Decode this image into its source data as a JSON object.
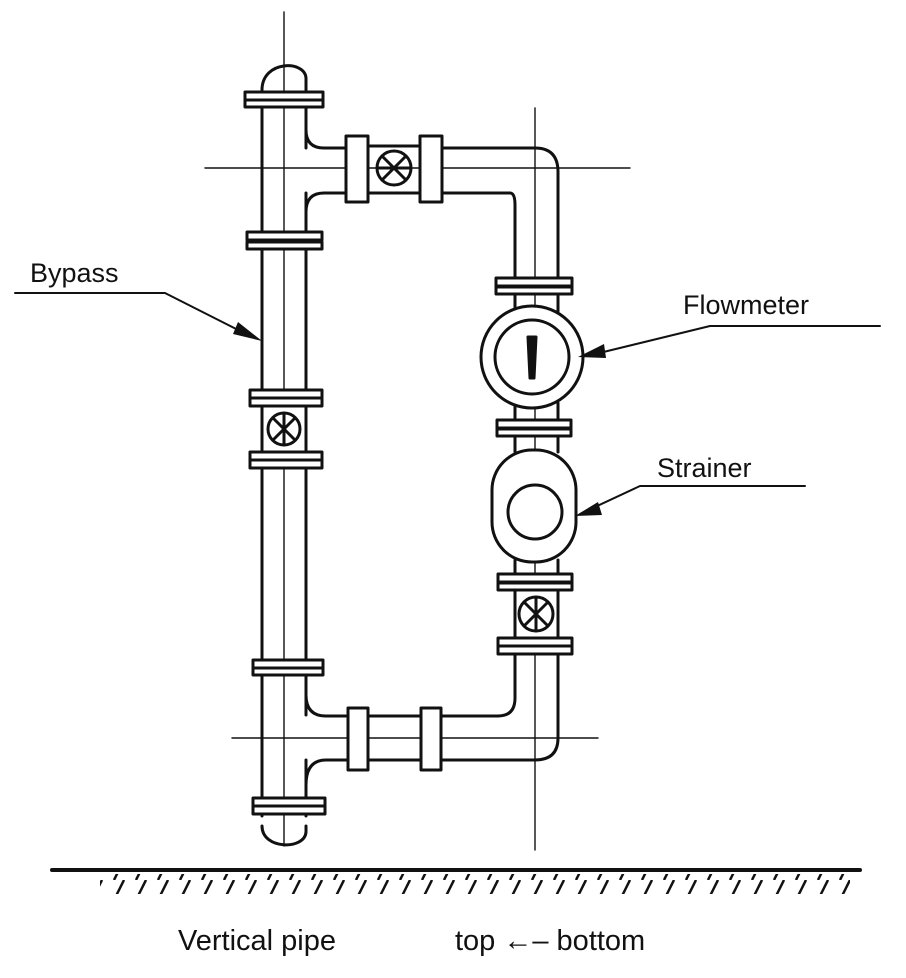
{
  "labels": {
    "bypass": "Bypass",
    "flowmeter": "Flowmeter",
    "strainer": "Strainer"
  },
  "caption": {
    "left": "Vertical pipe",
    "right": "top ←– bottom"
  },
  "colors": {
    "ink": "#111111",
    "background": "#ffffff"
  }
}
